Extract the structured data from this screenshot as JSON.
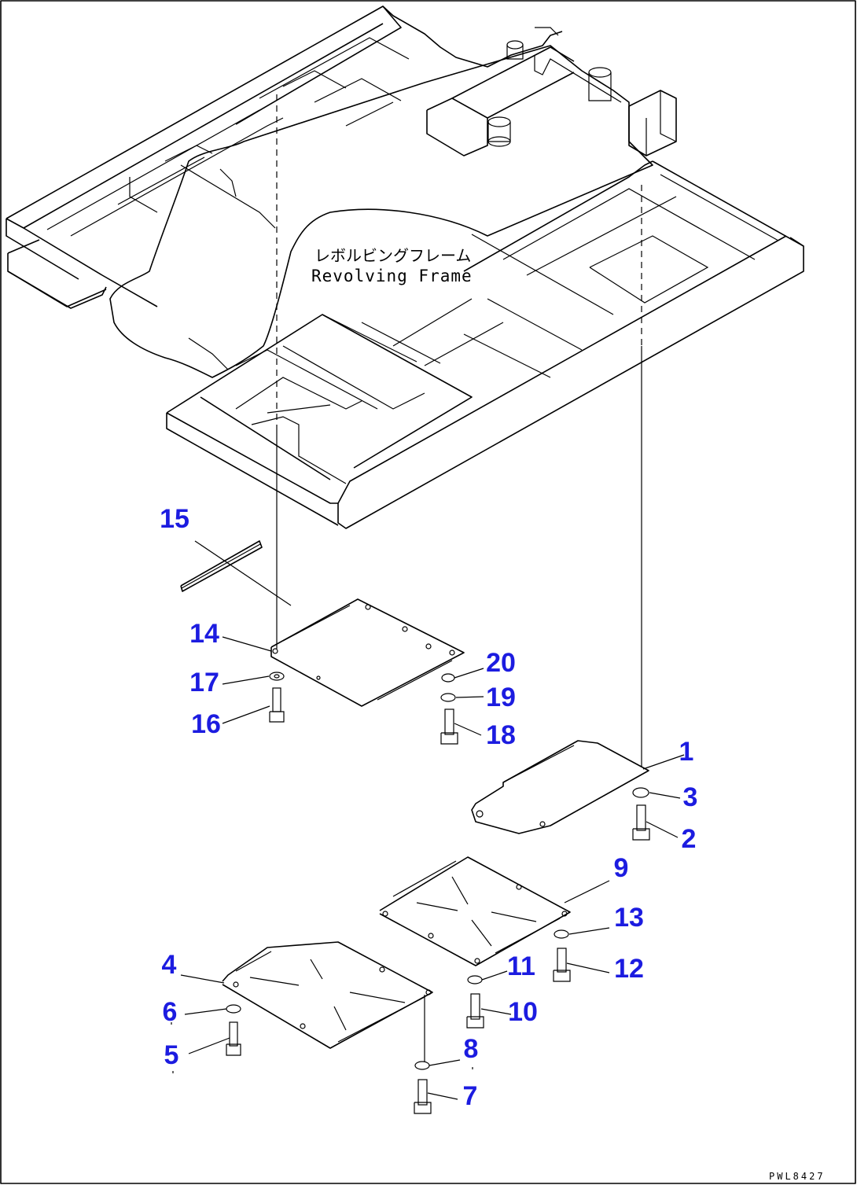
{
  "frame": {
    "label_jp": "レボルビングフレーム",
    "label_en": "Revolving Frame"
  },
  "drawing_code": "PWL8427",
  "parts": [
    {
      "id": "p1",
      "number": "1"
    },
    {
      "id": "p2",
      "number": "2"
    },
    {
      "id": "p3",
      "number": "3"
    },
    {
      "id": "p4",
      "number": "4"
    },
    {
      "id": "p5",
      "number": "5"
    },
    {
      "id": "p6",
      "number": "6"
    },
    {
      "id": "p7",
      "number": "7"
    },
    {
      "id": "p8",
      "number": "8"
    },
    {
      "id": "p9",
      "number": "9"
    },
    {
      "id": "p10",
      "number": "10"
    },
    {
      "id": "p11",
      "number": "11"
    },
    {
      "id": "p12",
      "number": "12"
    },
    {
      "id": "p13",
      "number": "13"
    },
    {
      "id": "p14",
      "number": "14"
    },
    {
      "id": "p15",
      "number": "15"
    },
    {
      "id": "p16",
      "number": "16"
    },
    {
      "id": "p17",
      "number": "17"
    },
    {
      "id": "p18",
      "number": "18"
    },
    {
      "id": "p19",
      "number": "19"
    },
    {
      "id": "p20",
      "number": "20"
    }
  ],
  "colors": {
    "part_number": "#1c1ce0",
    "line": "#000000",
    "background": "#ffffff"
  }
}
